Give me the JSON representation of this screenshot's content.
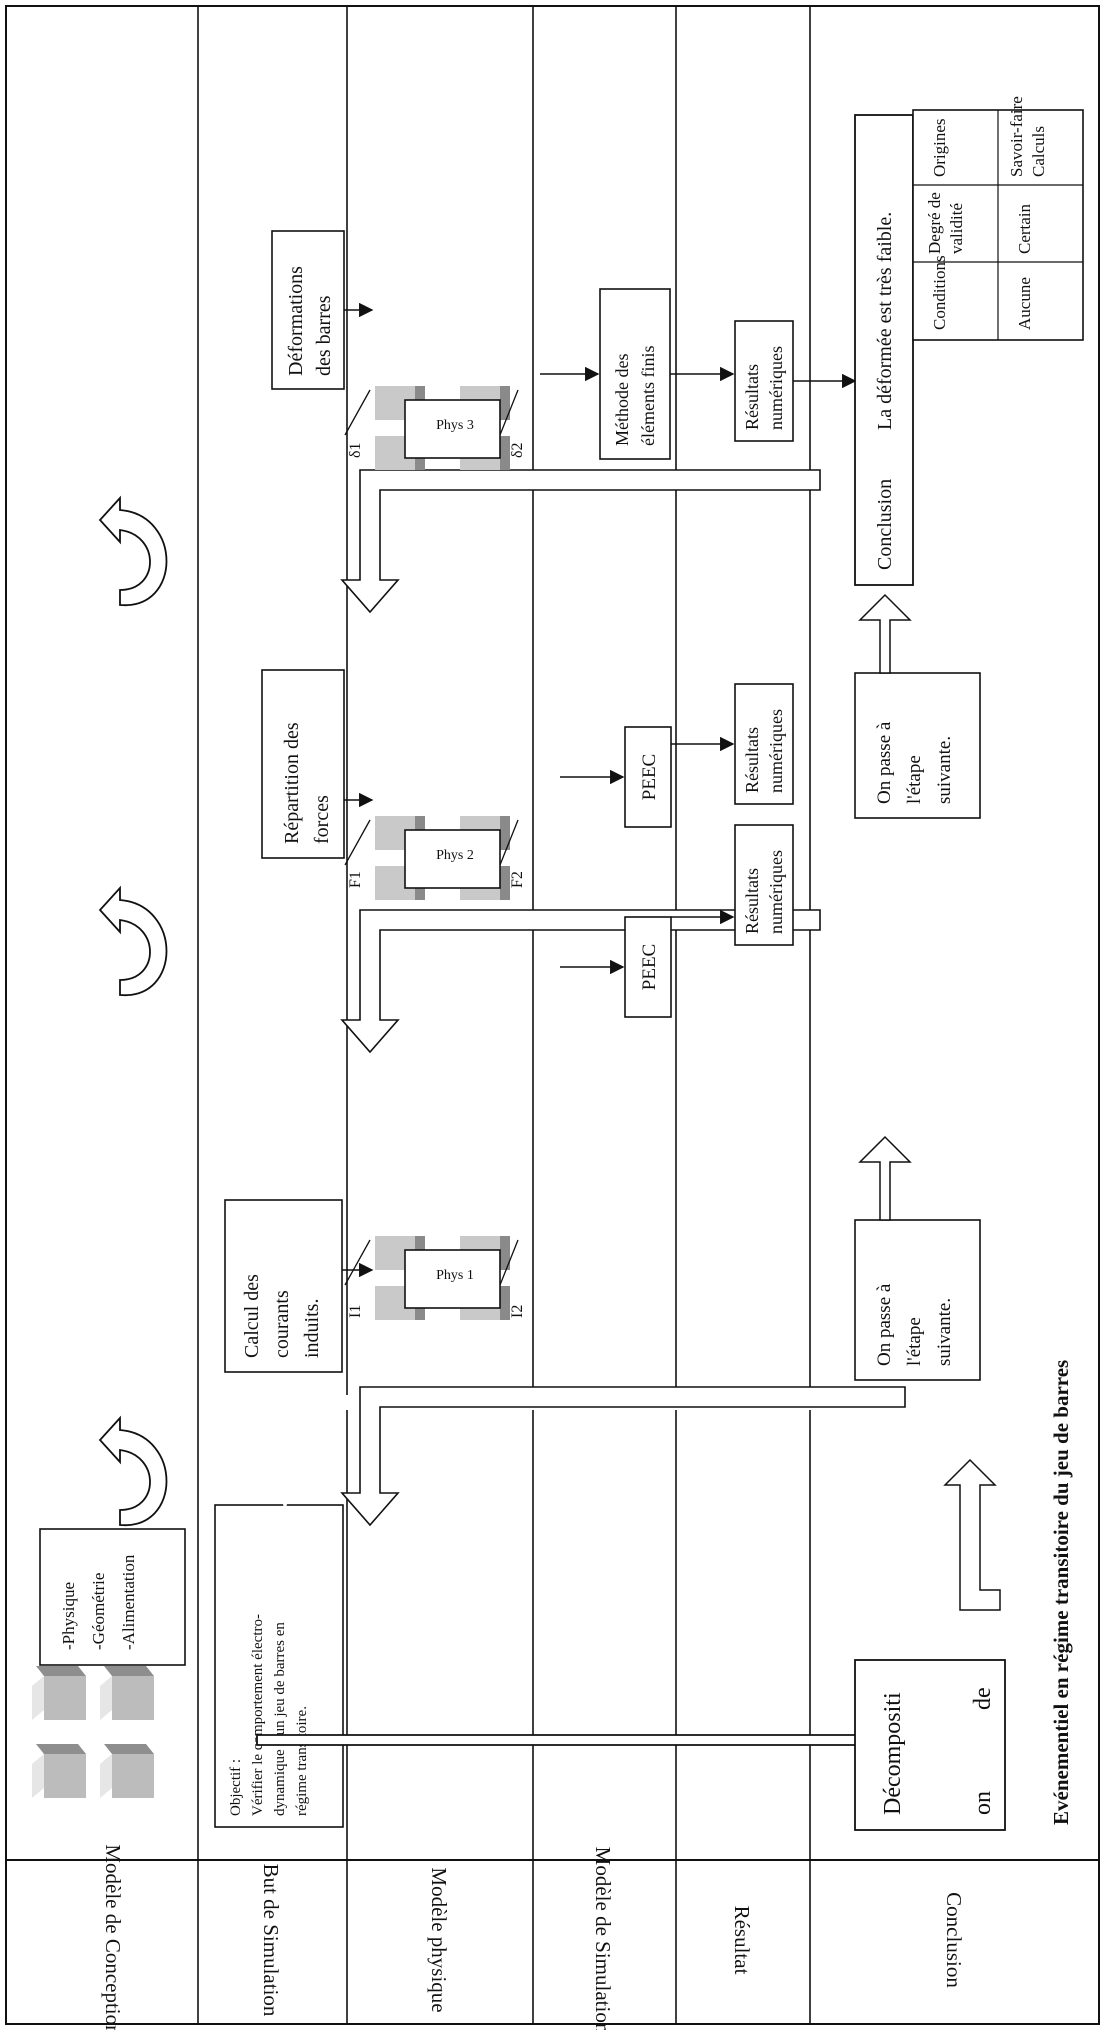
{
  "figure": {
    "caption": "Evénementiel en régime transitoire du jeu de barres"
  },
  "rows": [
    "Modèle de Conception",
    "But de Simulation",
    "Modèle physique",
    "Modèle de Simulation",
    "Résultat",
    "Conclusion"
  ],
  "conception": {
    "items": [
      "-Physique",
      "-Géométrie",
      "-Alimentation"
    ]
  },
  "objective": {
    "lines": [
      "Objectif :",
      "Vérifier le comportement électro-",
      "dynamique d'un jeu de barres en",
      "régime transitoire."
    ]
  },
  "decomposition": {
    "line1": "Décompositi",
    "line2": "on",
    "line3": "de"
  },
  "steps": [
    {
      "goal": [
        "Calcul des",
        "courants",
        "induits."
      ],
      "phys": "Phys 1",
      "in_label": "I1",
      "out_label": "I2",
      "sim": "PEEC",
      "result": [
        "Résultats",
        "numériques"
      ],
      "next": [
        "On passe à",
        "l'étape",
        "suivante."
      ]
    },
    {
      "goal": [
        "Répartition des",
        "forces"
      ],
      "phys": "Phys 2",
      "in_label": "F1",
      "out_label": "F2",
      "sim": "PEEC",
      "result": [
        "Résultats",
        "numériques"
      ],
      "next": [
        "On passe à",
        "l'étape",
        "suivante."
      ]
    },
    {
      "goal": [
        "Déformations",
        "des barres"
      ],
      "phys": "Phys 3",
      "in_label": "δ1",
      "out_label": "δ2",
      "sim": [
        "Méthode des",
        "éléments finis"
      ],
      "result": [
        "Résultats",
        "numériques"
      ]
    }
  ],
  "conclusion": {
    "label": "Conclusion",
    "text": "La déformée est très faible.",
    "table": {
      "headers": [
        "Conditions",
        "Degré de",
        "validité",
        "Origines"
      ],
      "values": [
        "Aucune",
        "Certain",
        "Savoir-faire",
        "Calculs"
      ]
    }
  }
}
